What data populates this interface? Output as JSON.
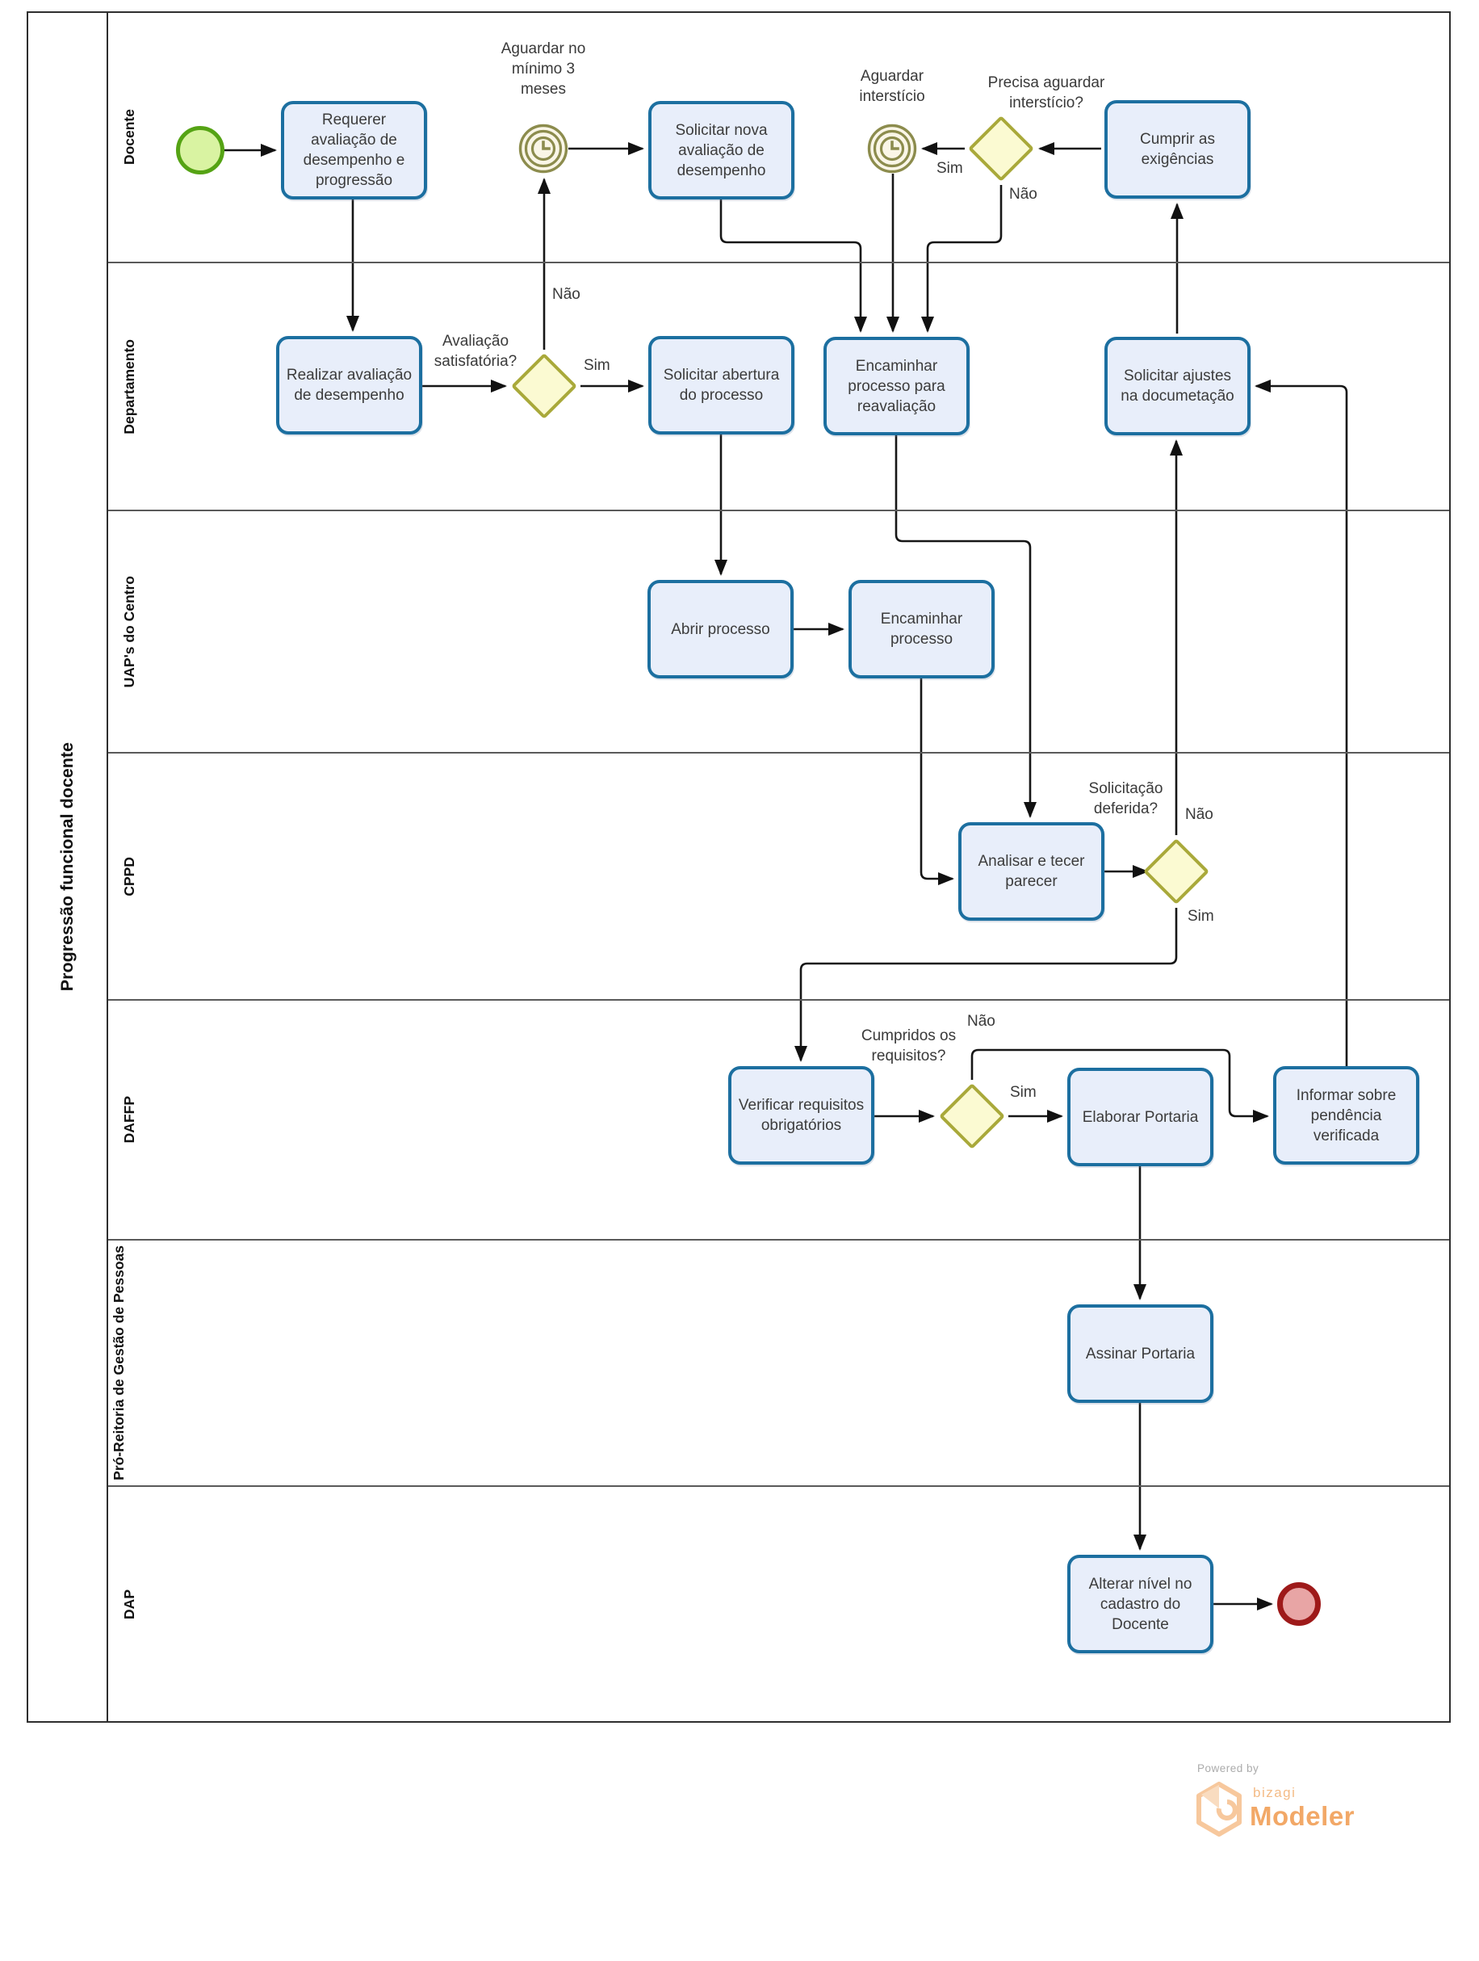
{
  "diagram": {
    "title": "Progressão funcional docente",
    "lanes": [
      {
        "label": "Docente"
      },
      {
        "label": "Departamento"
      },
      {
        "label": "UAP's do Centro"
      },
      {
        "label": "CPPD"
      },
      {
        "label": "DAFFP"
      },
      {
        "label": "Pró-Reitoria de Gestão de Pessoas"
      },
      {
        "label": "DAP"
      }
    ],
    "tasks": {
      "requerer": "Requerer avaliação de desempenho e progressão",
      "solicitar_nova": "Solicitar nova avaliação de desempenho",
      "cumprir": "Cumprir as exigências",
      "realizar": "Realizar avaliação de desempenho",
      "abertura": "Solicitar abertura do processo",
      "reavaliacao": "Encaminhar processo para reavaliação",
      "ajustes": "Solicitar ajustes na documetação",
      "abrir": "Abrir processo",
      "encaminhar": "Encaminhar processo",
      "analisar": "Analisar e tecer parecer",
      "verificar": "Verificar requisitos obrigatórios",
      "elaborar": "Elaborar Portaria",
      "informar": "Informar sobre pendência verificada",
      "assinar": "Assinar Portaria",
      "alterar": "Alterar nível no cadastro do Docente"
    },
    "events": {
      "timer_3_meses": "Aguardar no mínimo 3 meses",
      "timer_intersticio": "Aguardar interstício"
    },
    "gateways": {
      "precisa_aguardar": "Precisa aguardar interstício?",
      "avaliacao_satisfatoria": "Avaliação satisfatória?",
      "solicitacao_deferida": "Solicitação deferida?",
      "cumpridos_requisitos": "Cumpridos os requisitos?"
    },
    "edge_labels": {
      "sim": "Sim",
      "nao": "Não"
    },
    "colors": {
      "task_border": "#1C6FA0",
      "task_fill": "#E8EEFA",
      "gateway_border": "#A9A93A",
      "gateway_fill": "#FBFAD2",
      "timer_stroke": "#8C8C4D",
      "timer_fill": "#FAF6E7",
      "start_border": "#55A314",
      "start_fill": "#D9F3A2",
      "end_border": "#9E1A1A",
      "end_fill": "#E8A5A5",
      "bizagi_orange": "#F2A867"
    }
  },
  "footer": {
    "powered_by": "Powered by",
    "brand": "bizagi",
    "product": "Modeler"
  }
}
